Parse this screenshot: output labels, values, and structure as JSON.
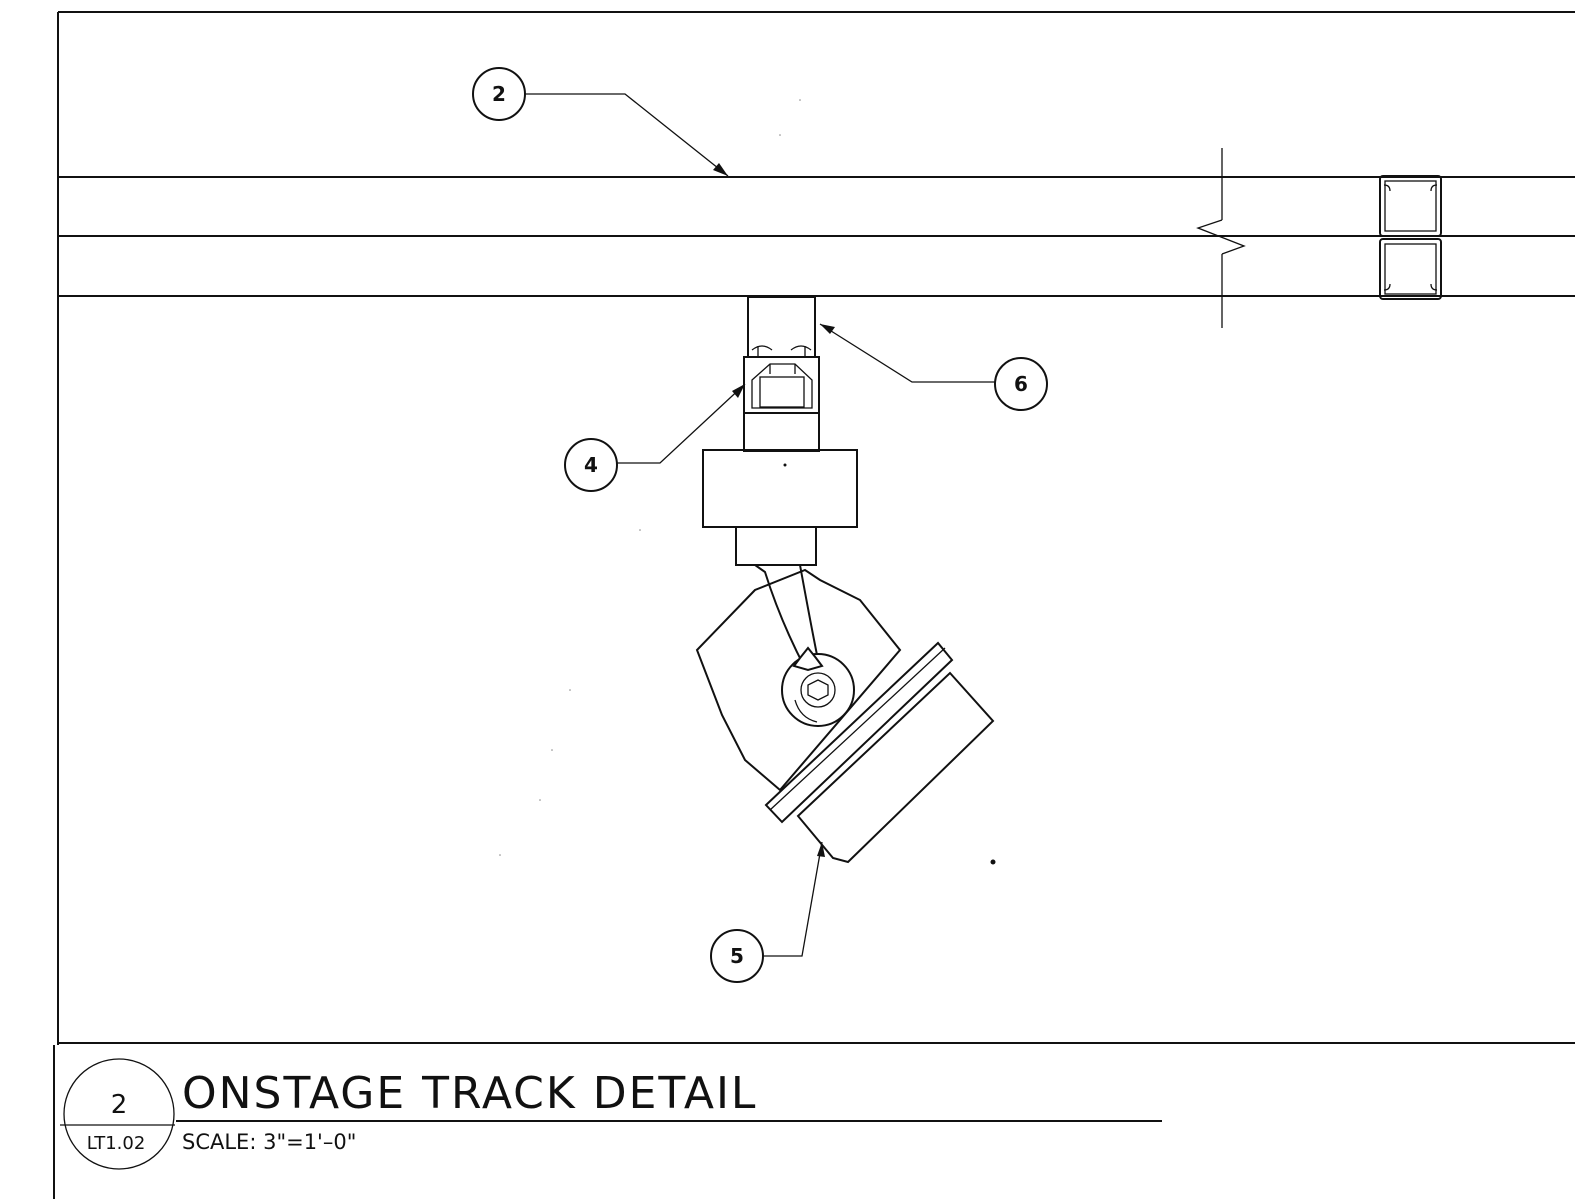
{
  "callouts": [
    {
      "id": "callout-2",
      "label": "2"
    },
    {
      "id": "callout-6",
      "label": "6"
    },
    {
      "id": "callout-4",
      "label": "4"
    },
    {
      "id": "callout-5",
      "label": "5"
    }
  ],
  "title_block": {
    "detail_number": "2",
    "sheet_reference": "LT1.02",
    "title": "ONSTAGE TRACK DETAIL",
    "scale": "SCALE:  3\"=1'–0\""
  }
}
